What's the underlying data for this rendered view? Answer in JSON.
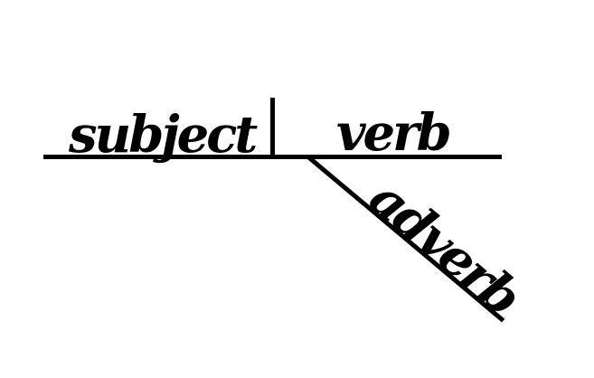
{
  "diagram": {
    "type": "reed-kellogg-sentence-diagram",
    "subject_label": "subject",
    "verb_label": "verb",
    "adverb_label": "adverb",
    "ink_color": "#000000",
    "background_color": "#ffffff"
  }
}
